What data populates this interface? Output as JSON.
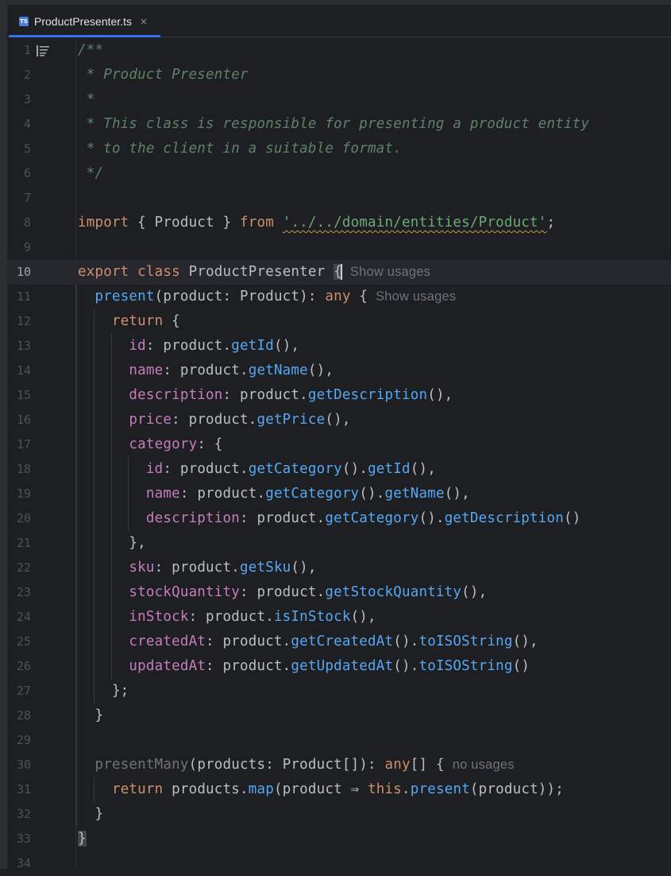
{
  "tab": {
    "icon": "ts-file-icon",
    "icon_text": "TS",
    "label": "ProductPresenter.ts",
    "close": "×",
    "active": true
  },
  "editor": {
    "current_line": 10,
    "hints": {
      "line10": "Show usages",
      "line11": "Show usages",
      "line30": "no usages"
    },
    "lines": [
      {
        "n": "1",
        "segments": [
          {
            "t": "/**",
            "c": "cm"
          }
        ]
      },
      {
        "n": "2",
        "segments": [
          {
            "t": " * Product Presenter",
            "c": "cm"
          }
        ]
      },
      {
        "n": "3",
        "segments": [
          {
            "t": " *",
            "c": "cm"
          }
        ]
      },
      {
        "n": "4",
        "segments": [
          {
            "t": " * This class is responsible for presenting a product entity",
            "c": "cm"
          }
        ]
      },
      {
        "n": "5",
        "segments": [
          {
            "t": " * to the client in a suitable format.",
            "c": "cm"
          }
        ]
      },
      {
        "n": "6",
        "segments": [
          {
            "t": " */",
            "c": "cm"
          }
        ]
      },
      {
        "n": "7",
        "segments": []
      },
      {
        "n": "8",
        "segments": [
          {
            "t": "import",
            "c": "kw"
          },
          {
            "t": " { Product } ",
            "c": ""
          },
          {
            "t": "from",
            "c": "kw"
          },
          {
            "t": " ",
            "c": ""
          },
          {
            "t": "'../../domain/entities/Product'",
            "c": "str"
          },
          {
            "t": ";",
            "c": ""
          }
        ]
      },
      {
        "n": "9",
        "segments": []
      },
      {
        "n": "10",
        "segments": [
          {
            "t": "export",
            "c": "kw"
          },
          {
            "t": " ",
            "c": ""
          },
          {
            "t": "class",
            "c": "kw"
          },
          {
            "t": " ProductPresenter ",
            "c": ""
          },
          {
            "t": "{",
            "c": "brace-hl"
          }
        ]
      },
      {
        "n": "11",
        "segments": [
          {
            "t": "  ",
            "c": ""
          },
          {
            "t": "present",
            "c": "fn"
          },
          {
            "t": "(product: Product): ",
            "c": ""
          },
          {
            "t": "any",
            "c": "kw"
          },
          {
            "t": " {",
            "c": ""
          }
        ]
      },
      {
        "n": "12",
        "segments": [
          {
            "t": "    ",
            "c": ""
          },
          {
            "t": "return",
            "c": "kw"
          },
          {
            "t": " {",
            "c": ""
          }
        ]
      },
      {
        "n": "13",
        "segments": [
          {
            "t": "      ",
            "c": ""
          },
          {
            "t": "id",
            "c": "prop"
          },
          {
            "t": ": product.",
            "c": ""
          },
          {
            "t": "getId",
            "c": "fn"
          },
          {
            "t": "(),",
            "c": ""
          }
        ]
      },
      {
        "n": "14",
        "segments": [
          {
            "t": "      ",
            "c": ""
          },
          {
            "t": "name",
            "c": "prop"
          },
          {
            "t": ": product.",
            "c": ""
          },
          {
            "t": "getName",
            "c": "fn"
          },
          {
            "t": "(),",
            "c": ""
          }
        ]
      },
      {
        "n": "15",
        "segments": [
          {
            "t": "      ",
            "c": ""
          },
          {
            "t": "description",
            "c": "prop"
          },
          {
            "t": ": product.",
            "c": ""
          },
          {
            "t": "getDescription",
            "c": "fn"
          },
          {
            "t": "(),",
            "c": ""
          }
        ]
      },
      {
        "n": "16",
        "segments": [
          {
            "t": "      ",
            "c": ""
          },
          {
            "t": "price",
            "c": "prop"
          },
          {
            "t": ": product.",
            "c": ""
          },
          {
            "t": "getPrice",
            "c": "fn"
          },
          {
            "t": "(),",
            "c": ""
          }
        ]
      },
      {
        "n": "17",
        "segments": [
          {
            "t": "      ",
            "c": ""
          },
          {
            "t": "category",
            "c": "prop"
          },
          {
            "t": ": {",
            "c": ""
          }
        ]
      },
      {
        "n": "18",
        "segments": [
          {
            "t": "        ",
            "c": ""
          },
          {
            "t": "id",
            "c": "prop"
          },
          {
            "t": ": product.",
            "c": ""
          },
          {
            "t": "getCategory",
            "c": "fn"
          },
          {
            "t": "().",
            "c": ""
          },
          {
            "t": "getId",
            "c": "fn"
          },
          {
            "t": "(),",
            "c": ""
          }
        ]
      },
      {
        "n": "19",
        "segments": [
          {
            "t": "        ",
            "c": ""
          },
          {
            "t": "name",
            "c": "prop"
          },
          {
            "t": ": product.",
            "c": ""
          },
          {
            "t": "getCategory",
            "c": "fn"
          },
          {
            "t": "().",
            "c": ""
          },
          {
            "t": "getName",
            "c": "fn"
          },
          {
            "t": "(),",
            "c": ""
          }
        ]
      },
      {
        "n": "20",
        "segments": [
          {
            "t": "        ",
            "c": ""
          },
          {
            "t": "description",
            "c": "prop"
          },
          {
            "t": ": product.",
            "c": ""
          },
          {
            "t": "getCategory",
            "c": "fn"
          },
          {
            "t": "().",
            "c": ""
          },
          {
            "t": "getDescription",
            "c": "fn"
          },
          {
            "t": "()",
            "c": ""
          }
        ]
      },
      {
        "n": "21",
        "segments": [
          {
            "t": "      },",
            "c": ""
          }
        ]
      },
      {
        "n": "22",
        "segments": [
          {
            "t": "      ",
            "c": ""
          },
          {
            "t": "sku",
            "c": "prop"
          },
          {
            "t": ": product.",
            "c": ""
          },
          {
            "t": "getSku",
            "c": "fn"
          },
          {
            "t": "(),",
            "c": ""
          }
        ]
      },
      {
        "n": "23",
        "segments": [
          {
            "t": "      ",
            "c": ""
          },
          {
            "t": "stockQuantity",
            "c": "prop"
          },
          {
            "t": ": product.",
            "c": ""
          },
          {
            "t": "getStockQuantity",
            "c": "fn"
          },
          {
            "t": "(),",
            "c": ""
          }
        ]
      },
      {
        "n": "24",
        "segments": [
          {
            "t": "      ",
            "c": ""
          },
          {
            "t": "inStock",
            "c": "prop"
          },
          {
            "t": ": product.",
            "c": ""
          },
          {
            "t": "isInStock",
            "c": "fn"
          },
          {
            "t": "(),",
            "c": ""
          }
        ]
      },
      {
        "n": "25",
        "segments": [
          {
            "t": "      ",
            "c": ""
          },
          {
            "t": "createdAt",
            "c": "prop"
          },
          {
            "t": ": product.",
            "c": ""
          },
          {
            "t": "getCreatedAt",
            "c": "fn"
          },
          {
            "t": "().",
            "c": ""
          },
          {
            "t": "toISOString",
            "c": "fn"
          },
          {
            "t": "(),",
            "c": ""
          }
        ]
      },
      {
        "n": "26",
        "segments": [
          {
            "t": "      ",
            "c": ""
          },
          {
            "t": "updatedAt",
            "c": "prop"
          },
          {
            "t": ": product.",
            "c": ""
          },
          {
            "t": "getUpdatedAt",
            "c": "fn"
          },
          {
            "t": "().",
            "c": ""
          },
          {
            "t": "toISOString",
            "c": "fn"
          },
          {
            "t": "()",
            "c": ""
          }
        ]
      },
      {
        "n": "27",
        "segments": [
          {
            "t": "    };",
            "c": ""
          }
        ]
      },
      {
        "n": "28",
        "segments": [
          {
            "t": "  }",
            "c": ""
          }
        ]
      },
      {
        "n": "29",
        "segments": []
      },
      {
        "n": "30",
        "segments": [
          {
            "t": "  ",
            "c": ""
          },
          {
            "t": "presentMany",
            "c": "unused"
          },
          {
            "t": "(products: Product[]): ",
            "c": ""
          },
          {
            "t": "any",
            "c": "kw"
          },
          {
            "t": "[] {",
            "c": ""
          }
        ]
      },
      {
        "n": "31",
        "segments": [
          {
            "t": "    ",
            "c": ""
          },
          {
            "t": "return",
            "c": "kw"
          },
          {
            "t": " products.",
            "c": ""
          },
          {
            "t": "map",
            "c": "fn"
          },
          {
            "t": "(product ⇒ ",
            "c": ""
          },
          {
            "t": "this",
            "c": "kw"
          },
          {
            "t": ".",
            "c": ""
          },
          {
            "t": "present",
            "c": "fn"
          },
          {
            "t": "(product));",
            "c": ""
          }
        ]
      },
      {
        "n": "32",
        "segments": [
          {
            "t": "  }",
            "c": ""
          }
        ]
      },
      {
        "n": "33",
        "segments": [
          {
            "t": "}",
            "c": "brace-hl"
          }
        ]
      },
      {
        "n": "34",
        "segments": []
      }
    ]
  },
  "colors": {
    "background": "#1e1f22",
    "accent": "#3574f0",
    "comment": "#5f826b",
    "keyword": "#cf8e6d",
    "function": "#56a8f5",
    "property": "#c77dbb",
    "string": "#6aab73",
    "text": "#bcbec4"
  }
}
